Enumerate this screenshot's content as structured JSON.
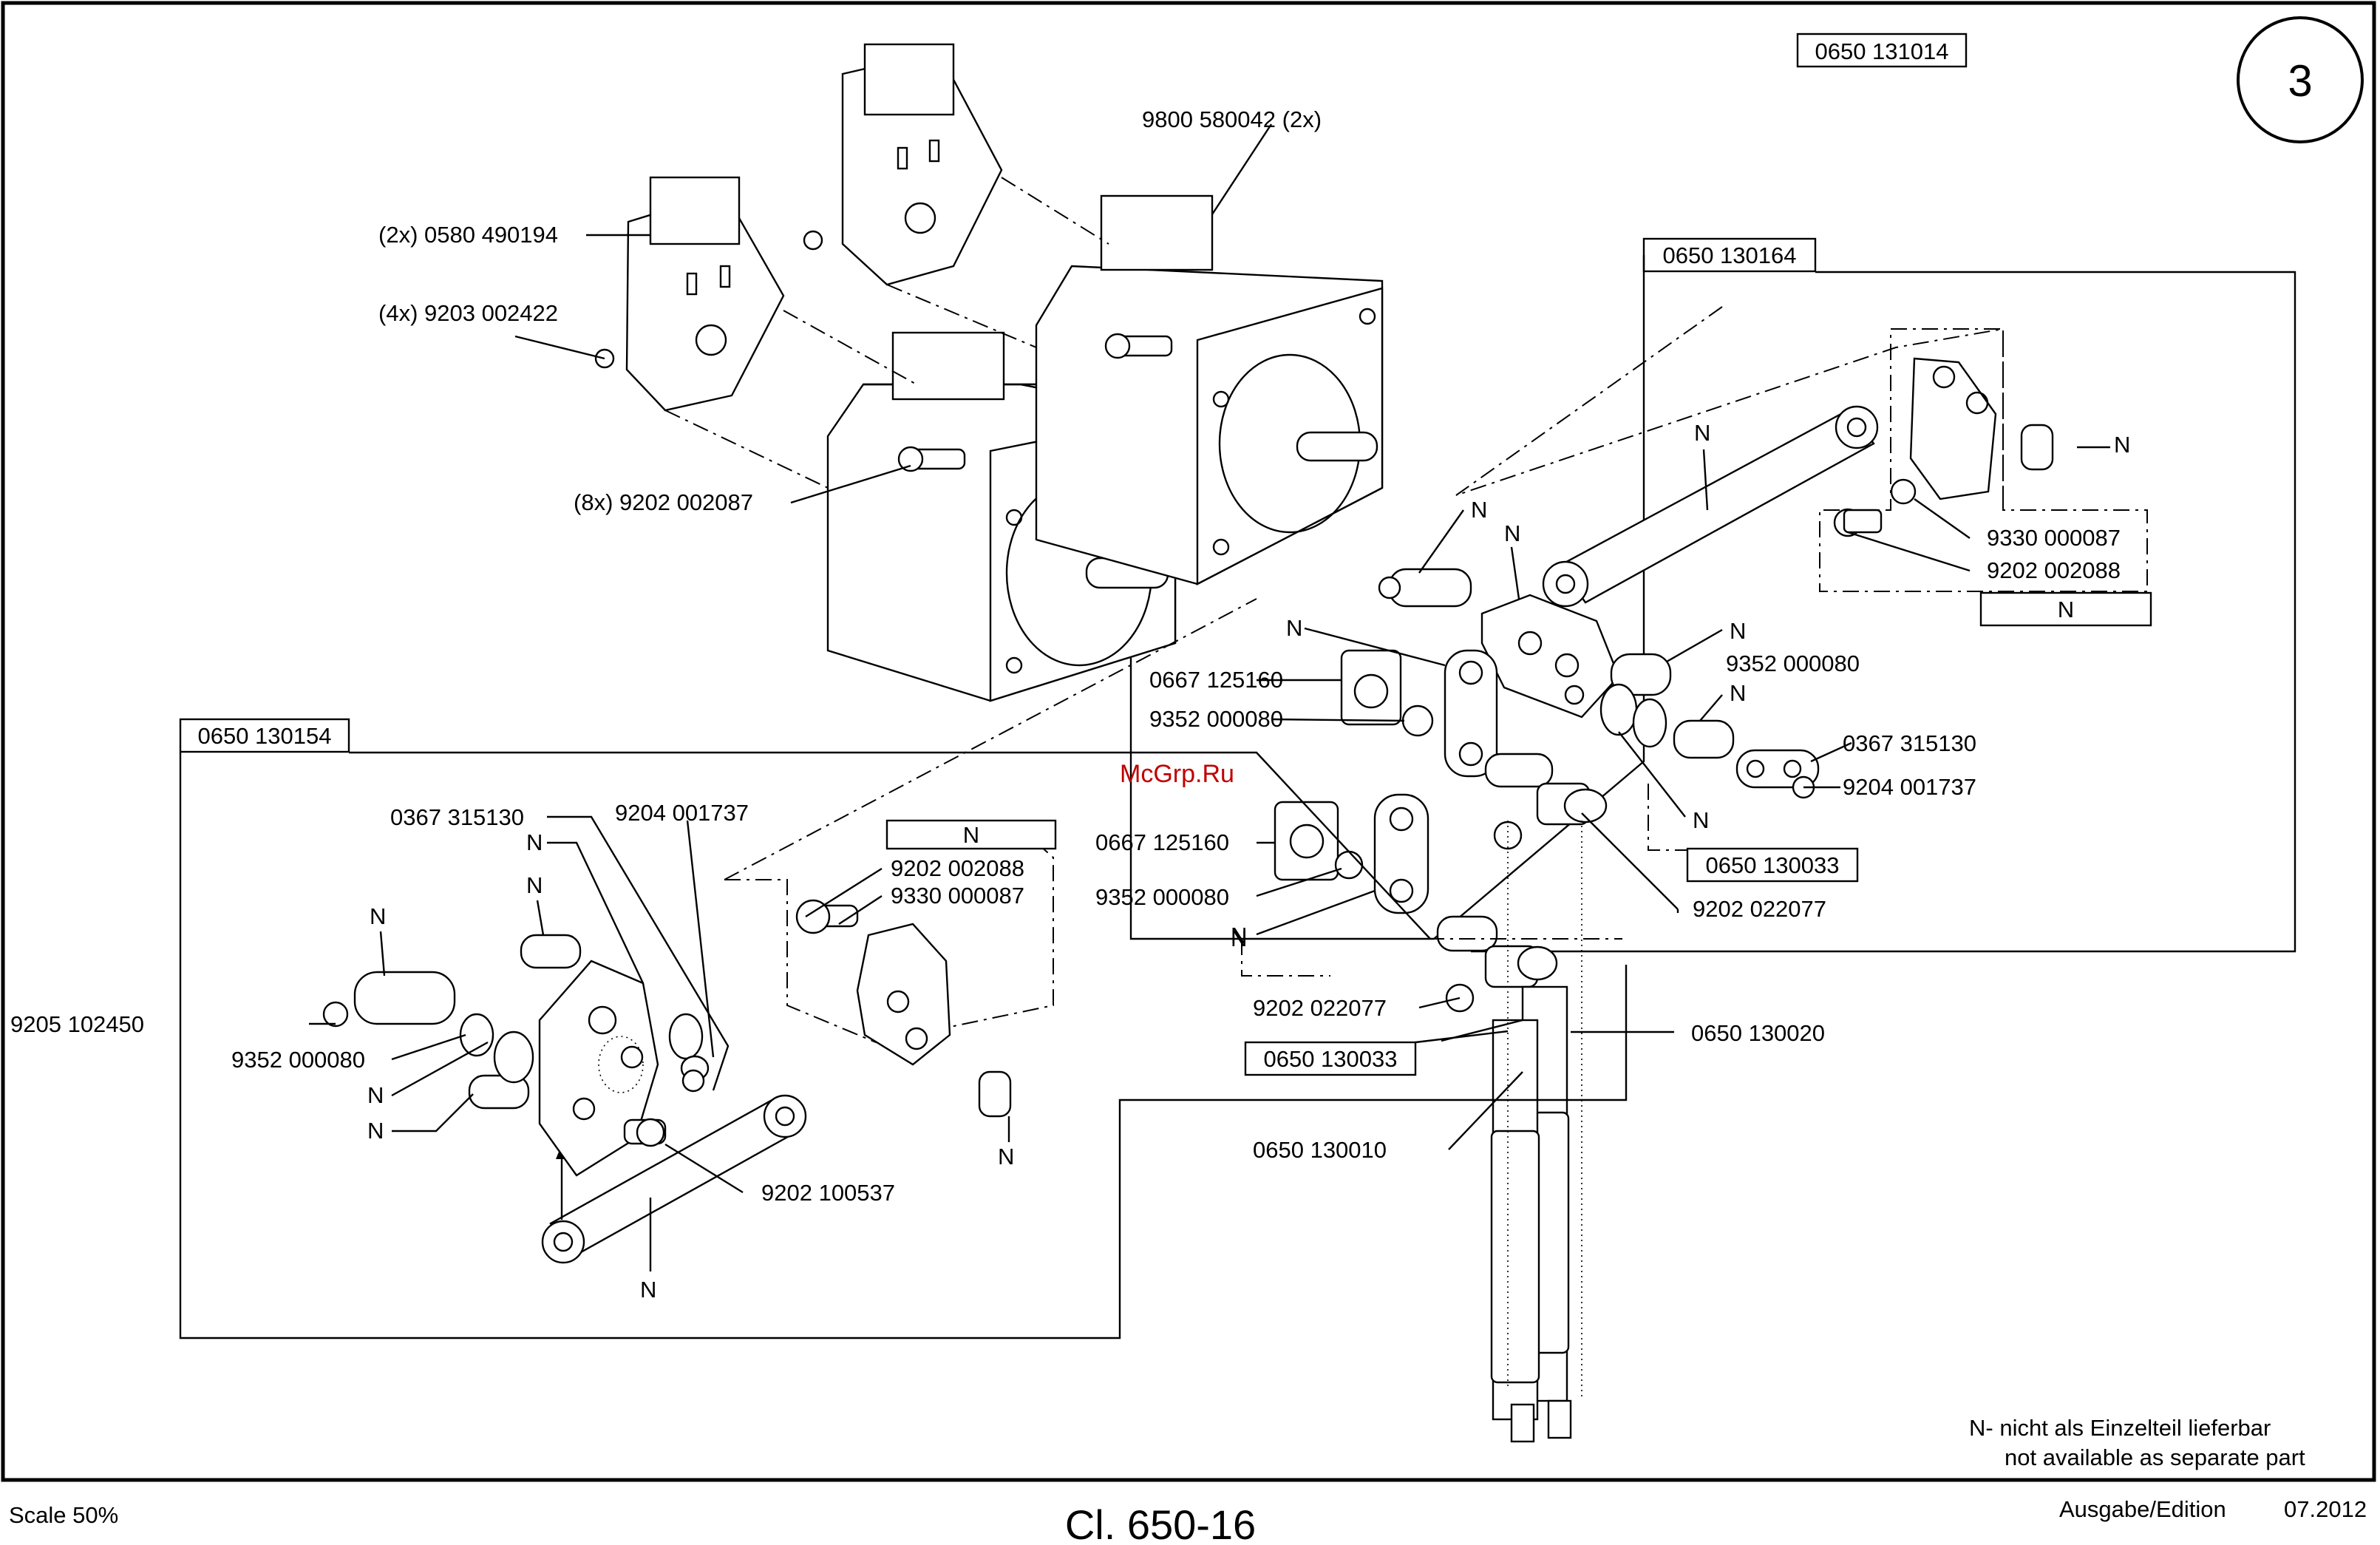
{
  "header": {
    "sheet_number": "3",
    "assembly_ref": "0650 131014"
  },
  "group_refs": {
    "upper_group": "0650 130164",
    "lower_group": "0650 130154",
    "clamp_group_a": "0650 130033",
    "clamp_group_b": "0650 130033"
  },
  "motor_labels": {
    "cover": "(2x) 0580 490194",
    "cover_screw": "(4x) 9203 002422",
    "motor": "9800 580042 (2x)",
    "motor_screw": "(8x) 9202 002087"
  },
  "upper_labels": {
    "block_screw": "9330 000087",
    "block_washer": "9202 002088",
    "n_box": "N",
    "bracket_a": "0667 125160",
    "ring_a": "9352 000080",
    "ring_b": "9352 000080",
    "lever_plate": "0367 315130",
    "plate_screw": "9204 001737",
    "bracket_b": "0667 125160",
    "ring_c": "9352 000080",
    "clamp_screw_a": "9202 022077",
    "clamp_screw_b": "9202 022077",
    "rod_a": "0650 130020",
    "rod_b": "0650 130010"
  },
  "lower_labels": {
    "lever_plate": "0367 315130",
    "plate_screw": "9204 001737",
    "n_box": "N",
    "block_washer": "9202 002088",
    "block_screw": "9330 000087",
    "set_screw": "9205 102450",
    "ring": "9352 000080",
    "pin_screw": "9202 100537"
  },
  "n_marker": "N",
  "legend": {
    "line1": "N- nicht als Einzelteil lieferbar",
    "line2": "not available as separate part"
  },
  "watermark": "McGrp.Ru",
  "footer": {
    "scale": "Scale 50%",
    "title": "Cl. 650-16",
    "edition_label": "Ausgabe/Edition",
    "edition_date": "07.2012"
  }
}
